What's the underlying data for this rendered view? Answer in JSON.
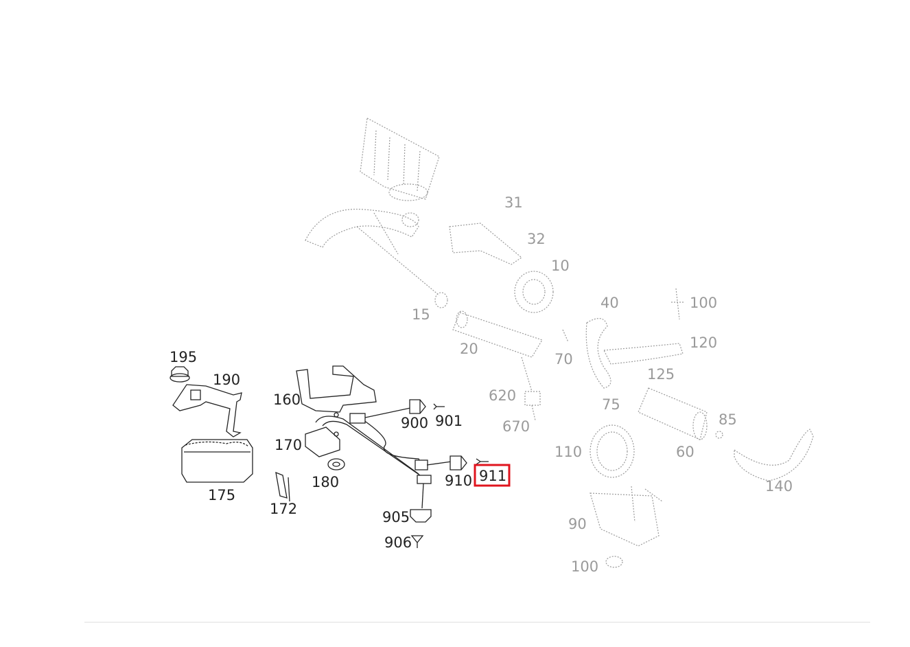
{
  "diagram": {
    "highlight_color": "#e0141e",
    "selected_part": "911",
    "labels": {
      "p31": "31",
      "p32": "32",
      "p10": "10",
      "p15": "15",
      "p20": "20",
      "p70": "70",
      "p620": "620",
      "p670": "670",
      "p40": "40",
      "p100a": "100",
      "p120": "120",
      "p125": "125",
      "p75": "75",
      "p85": "85",
      "p60": "60",
      "p110": "110",
      "p140": "140",
      "p90": "90",
      "p100b": "100",
      "p195": "195",
      "p190": "190",
      "p175": "175",
      "p160": "160",
      "p170": "170",
      "p180": "180",
      "p172": "172",
      "p900": "900",
      "p901": "901",
      "p910": "910",
      "p911": "911",
      "p905": "905",
      "p906": "906"
    }
  }
}
